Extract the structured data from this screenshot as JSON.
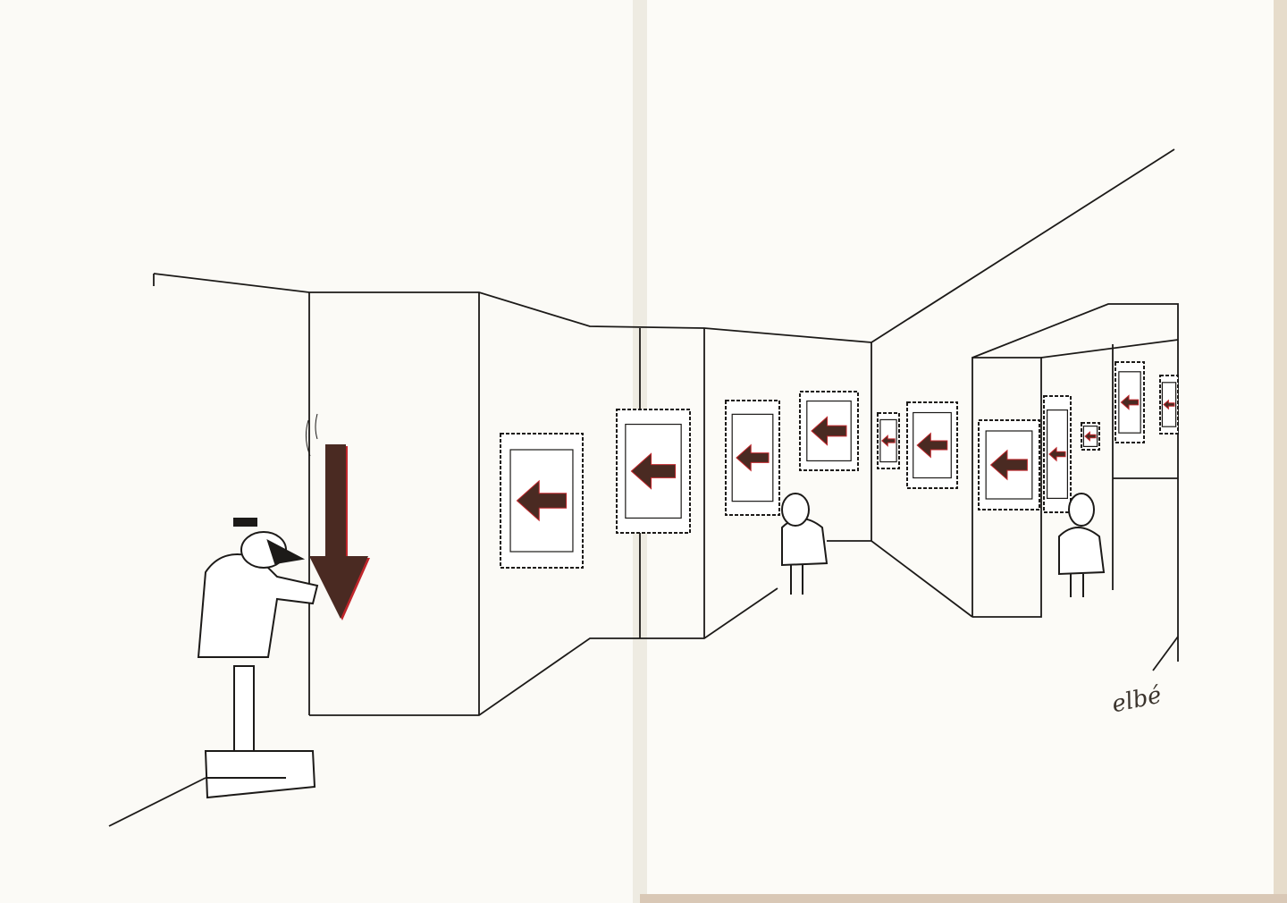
{
  "signature": "elbé",
  "colors": {
    "paper": "#fbfaf6",
    "ink": "#1c1a18",
    "arrow": "#4a2a22",
    "arrow_shadow": "#c0262b",
    "gutter": "#e9e6dc"
  },
  "icons": [
    "arrow-down-sign",
    "arrow-left-painting"
  ]
}
